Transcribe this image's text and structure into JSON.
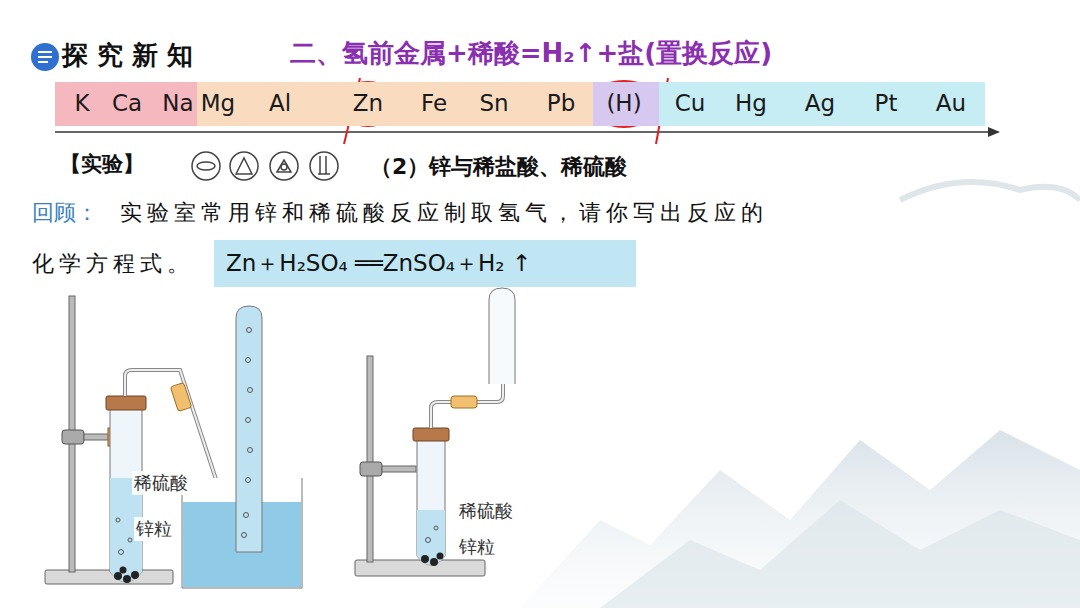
{
  "diagram": {
    "title": "探 究 新 知",
    "nodes": [
      {
        "text": [
          "K",
          "Ca",
          "Na"
        ]
      },
      {
        "text": [
          "Mg",
          "Al",
          "Zn",
          "Fe",
          "Sn",
          "Pb"
        ]
      },
      {
        "text": [
          "(H)"
        ]
      },
      {
        "text": [
          "Cu",
          "Hg",
          "Ag",
          "Pt",
          "Au"
        ]
      },
      {
        "text": [
          "Zn＋H₂SO₄ ══ZnSO₄＋H₂ ↑"
        ]
      }
    ],
    "labels": [
      "二、氢前金属+稀酸=H₂↑+盐(置换反应)",
      "【实验】",
      "（2）锌与稀盐酸、稀硫酸",
      "回顾：",
      "实验室常用锌和稀硫酸反应制取氢气，请你写出反应的",
      "化学方程式。",
      "稀硫酸",
      "锌粒",
      "稀硫酸",
      "锌粒"
    ]
  }
}
